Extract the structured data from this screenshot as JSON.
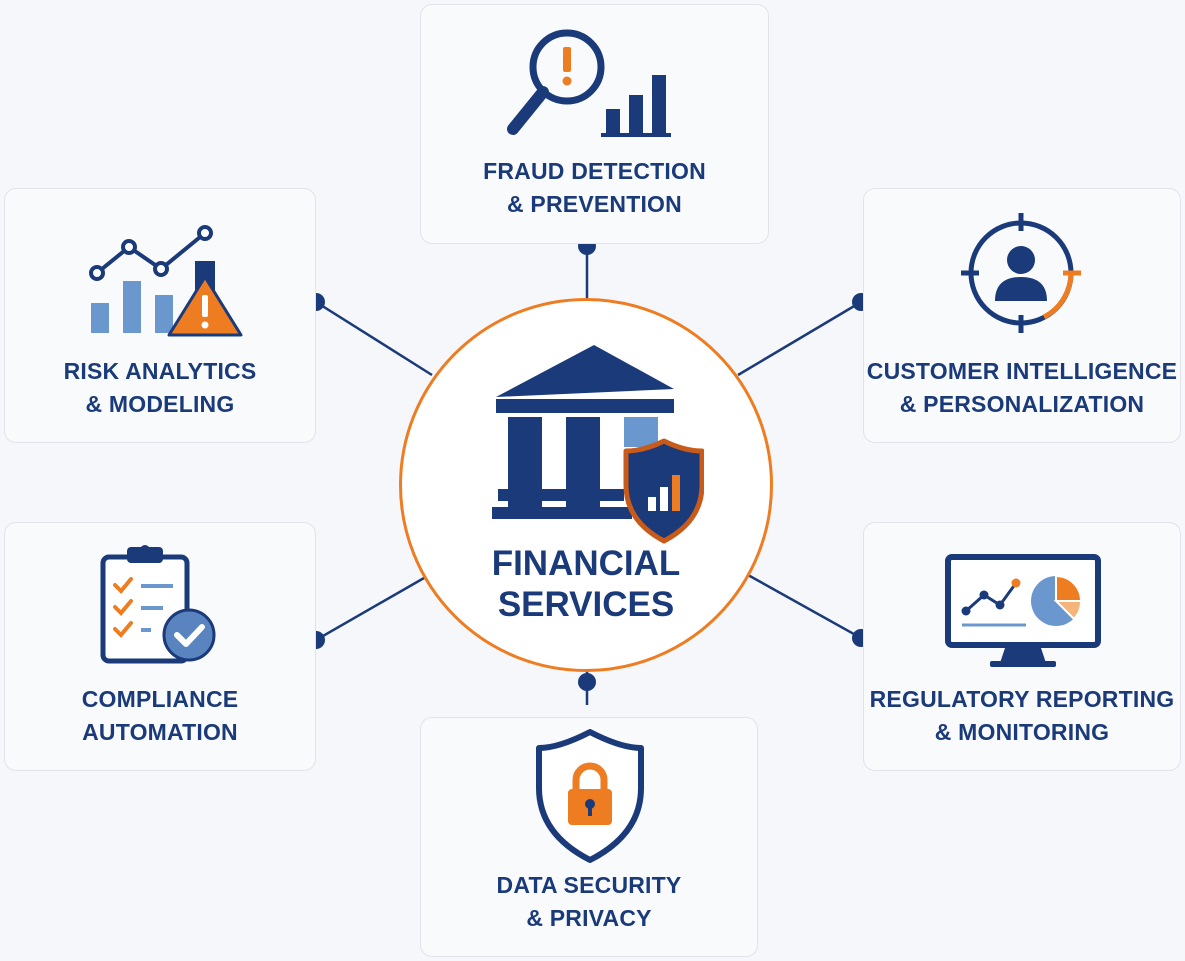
{
  "center": {
    "title_line1": "FINANCIAL",
    "title_line2": "SERVICES",
    "icon": "bank-shield-icon"
  },
  "nodes": [
    {
      "id": "fraud",
      "line1": "FRAUD DETECTION",
      "line2": "& PREVENTION",
      "icon": "magnifier-alert-chart-icon"
    },
    {
      "id": "risk",
      "line1": "RISK ANALYTICS",
      "line2": "& MODELING",
      "icon": "chart-warning-icon"
    },
    {
      "id": "customer",
      "line1": "CUSTOMER INTELLIGENCE",
      "line2": "& PERSONALIZATION",
      "icon": "target-user-icon"
    },
    {
      "id": "compliance",
      "line1": "COMPLIANCE",
      "line2": "AUTOMATION",
      "icon": "clipboard-check-icon"
    },
    {
      "id": "regulatory",
      "line1": "REGULATORY REPORTING",
      "line2": "& MONITORING",
      "icon": "monitor-chart-icon"
    },
    {
      "id": "security",
      "line1": "DATA SECURITY",
      "line2": "& PRIVACY",
      "icon": "shield-lock-icon"
    }
  ],
  "colors": {
    "navy": "#1a3a7a",
    "orange": "#ee7d22",
    "light_blue": "#6b97cf",
    "connector": "#1a3a7a"
  }
}
